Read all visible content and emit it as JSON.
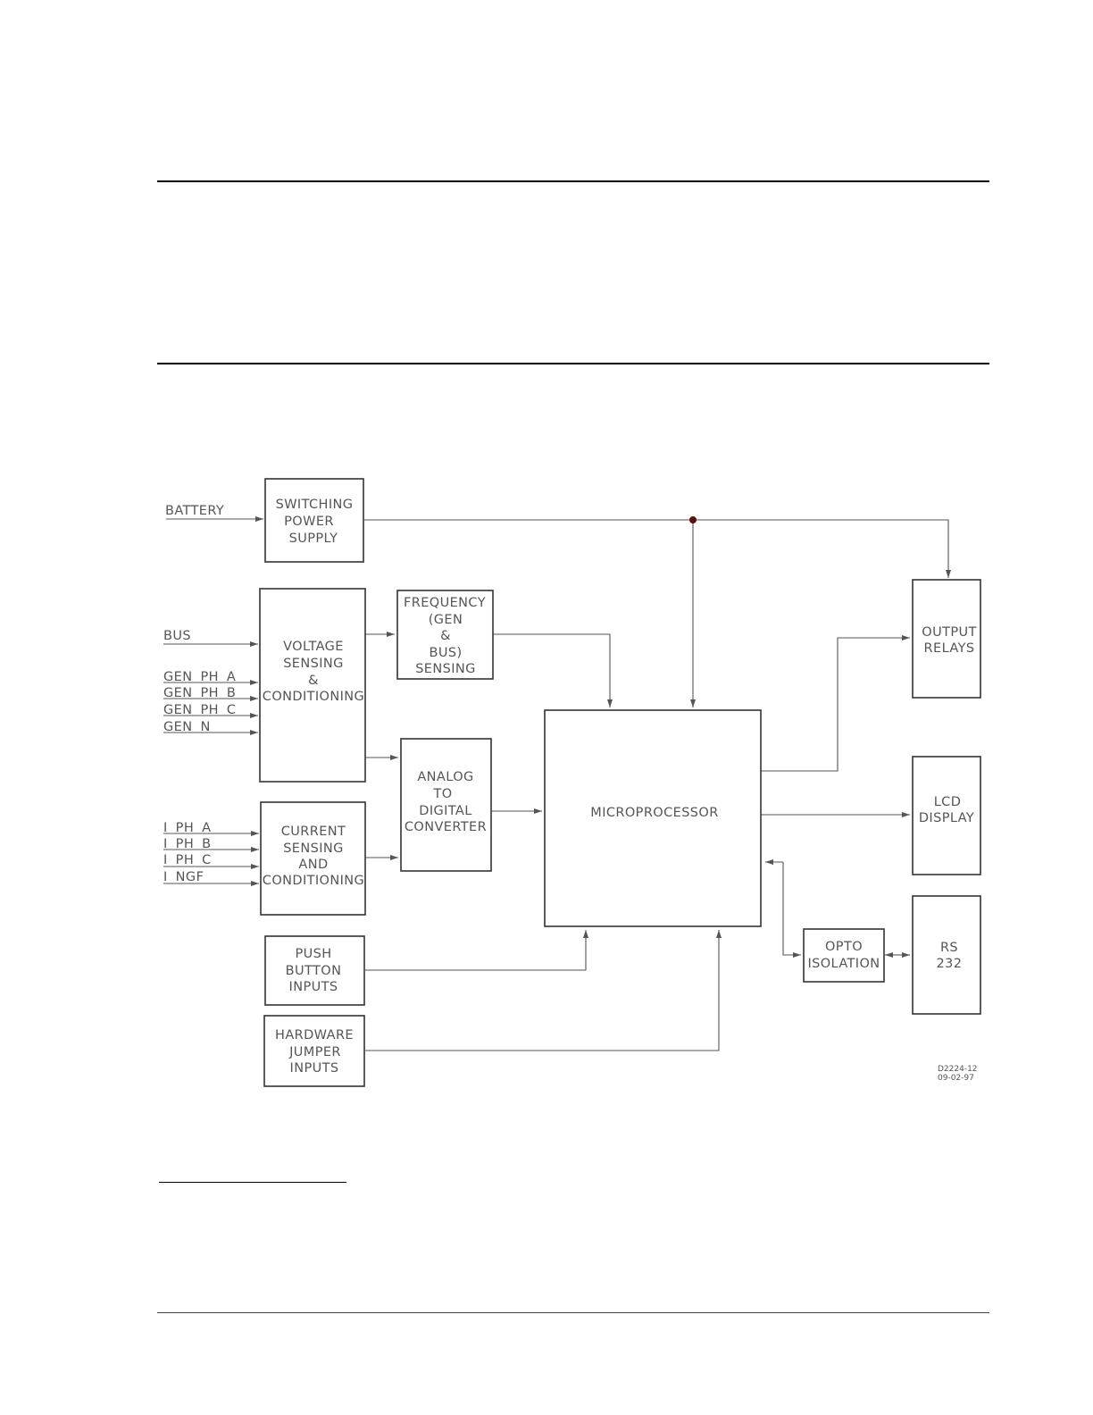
{
  "blocks": {
    "switching_power_supply": [
      "SWITCHING",
      "POWER",
      "SUPPLY"
    ],
    "voltage_sensing": [
      "VOLTAGE",
      "SENSING",
      "&",
      "CONDITIONING"
    ],
    "frequency_sensing": [
      "FREQUENCY",
      "(GEN",
      "&",
      "BUS)",
      "SENSING"
    ],
    "current_sensing": [
      "CURRENT",
      "SENSING",
      "AND",
      "CONDITIONING"
    ],
    "adc": [
      "ANALOG",
      "TO",
      "DIGITAL",
      "CONVERTER"
    ],
    "microprocessor": [
      "MICROPROCESSOR"
    ],
    "push_button": [
      "PUSH",
      "BUTTON",
      "INPUTS"
    ],
    "hardware_jumper": [
      "HARDWARE",
      "JUMPER",
      "INPUTS"
    ],
    "output_relays": [
      "OUTPUT",
      "RELAYS"
    ],
    "lcd_display": [
      "LCD",
      "DISPLAY"
    ],
    "opto_isolation": [
      "OPTO",
      "ISOLATION"
    ],
    "rs232": [
      "RS",
      "232"
    ]
  },
  "inputs": {
    "battery": "BATTERY",
    "bus": "BUS",
    "gen_ph_a": "GEN PH A",
    "gen_ph_b": "GEN PH B",
    "gen_ph_c": "GEN PH C",
    "gen_n": "GEN N",
    "i_ph_a": "I PH A",
    "i_ph_b": "I PH B",
    "i_ph_c": "I PH C",
    "i_ngf": "I NGF"
  },
  "drawing_ref": [
    "D2224-12",
    "09-02-97"
  ]
}
